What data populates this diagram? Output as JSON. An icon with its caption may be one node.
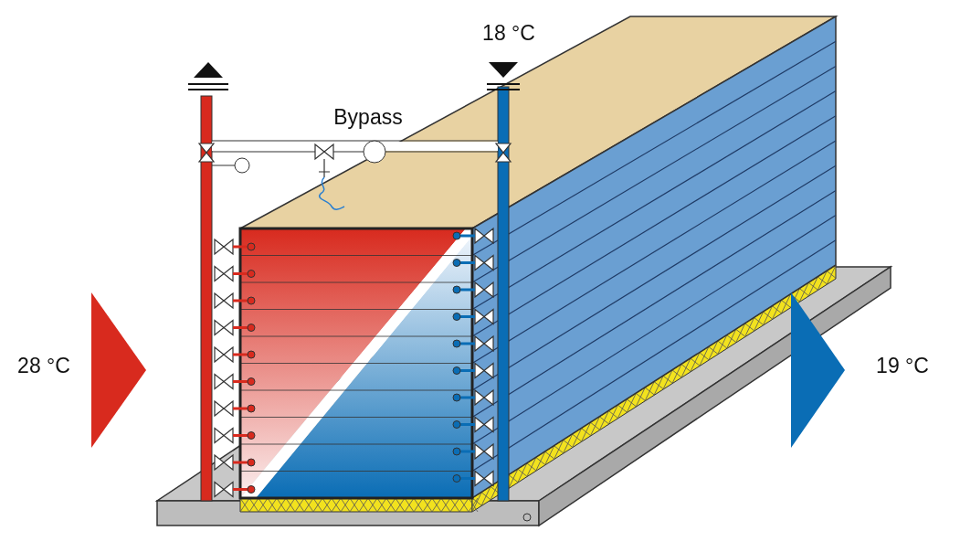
{
  "diagram": {
    "labels": [
      "18 °C",
      "Bypass",
      "28 °C",
      "19 °C"
    ]
  }
}
